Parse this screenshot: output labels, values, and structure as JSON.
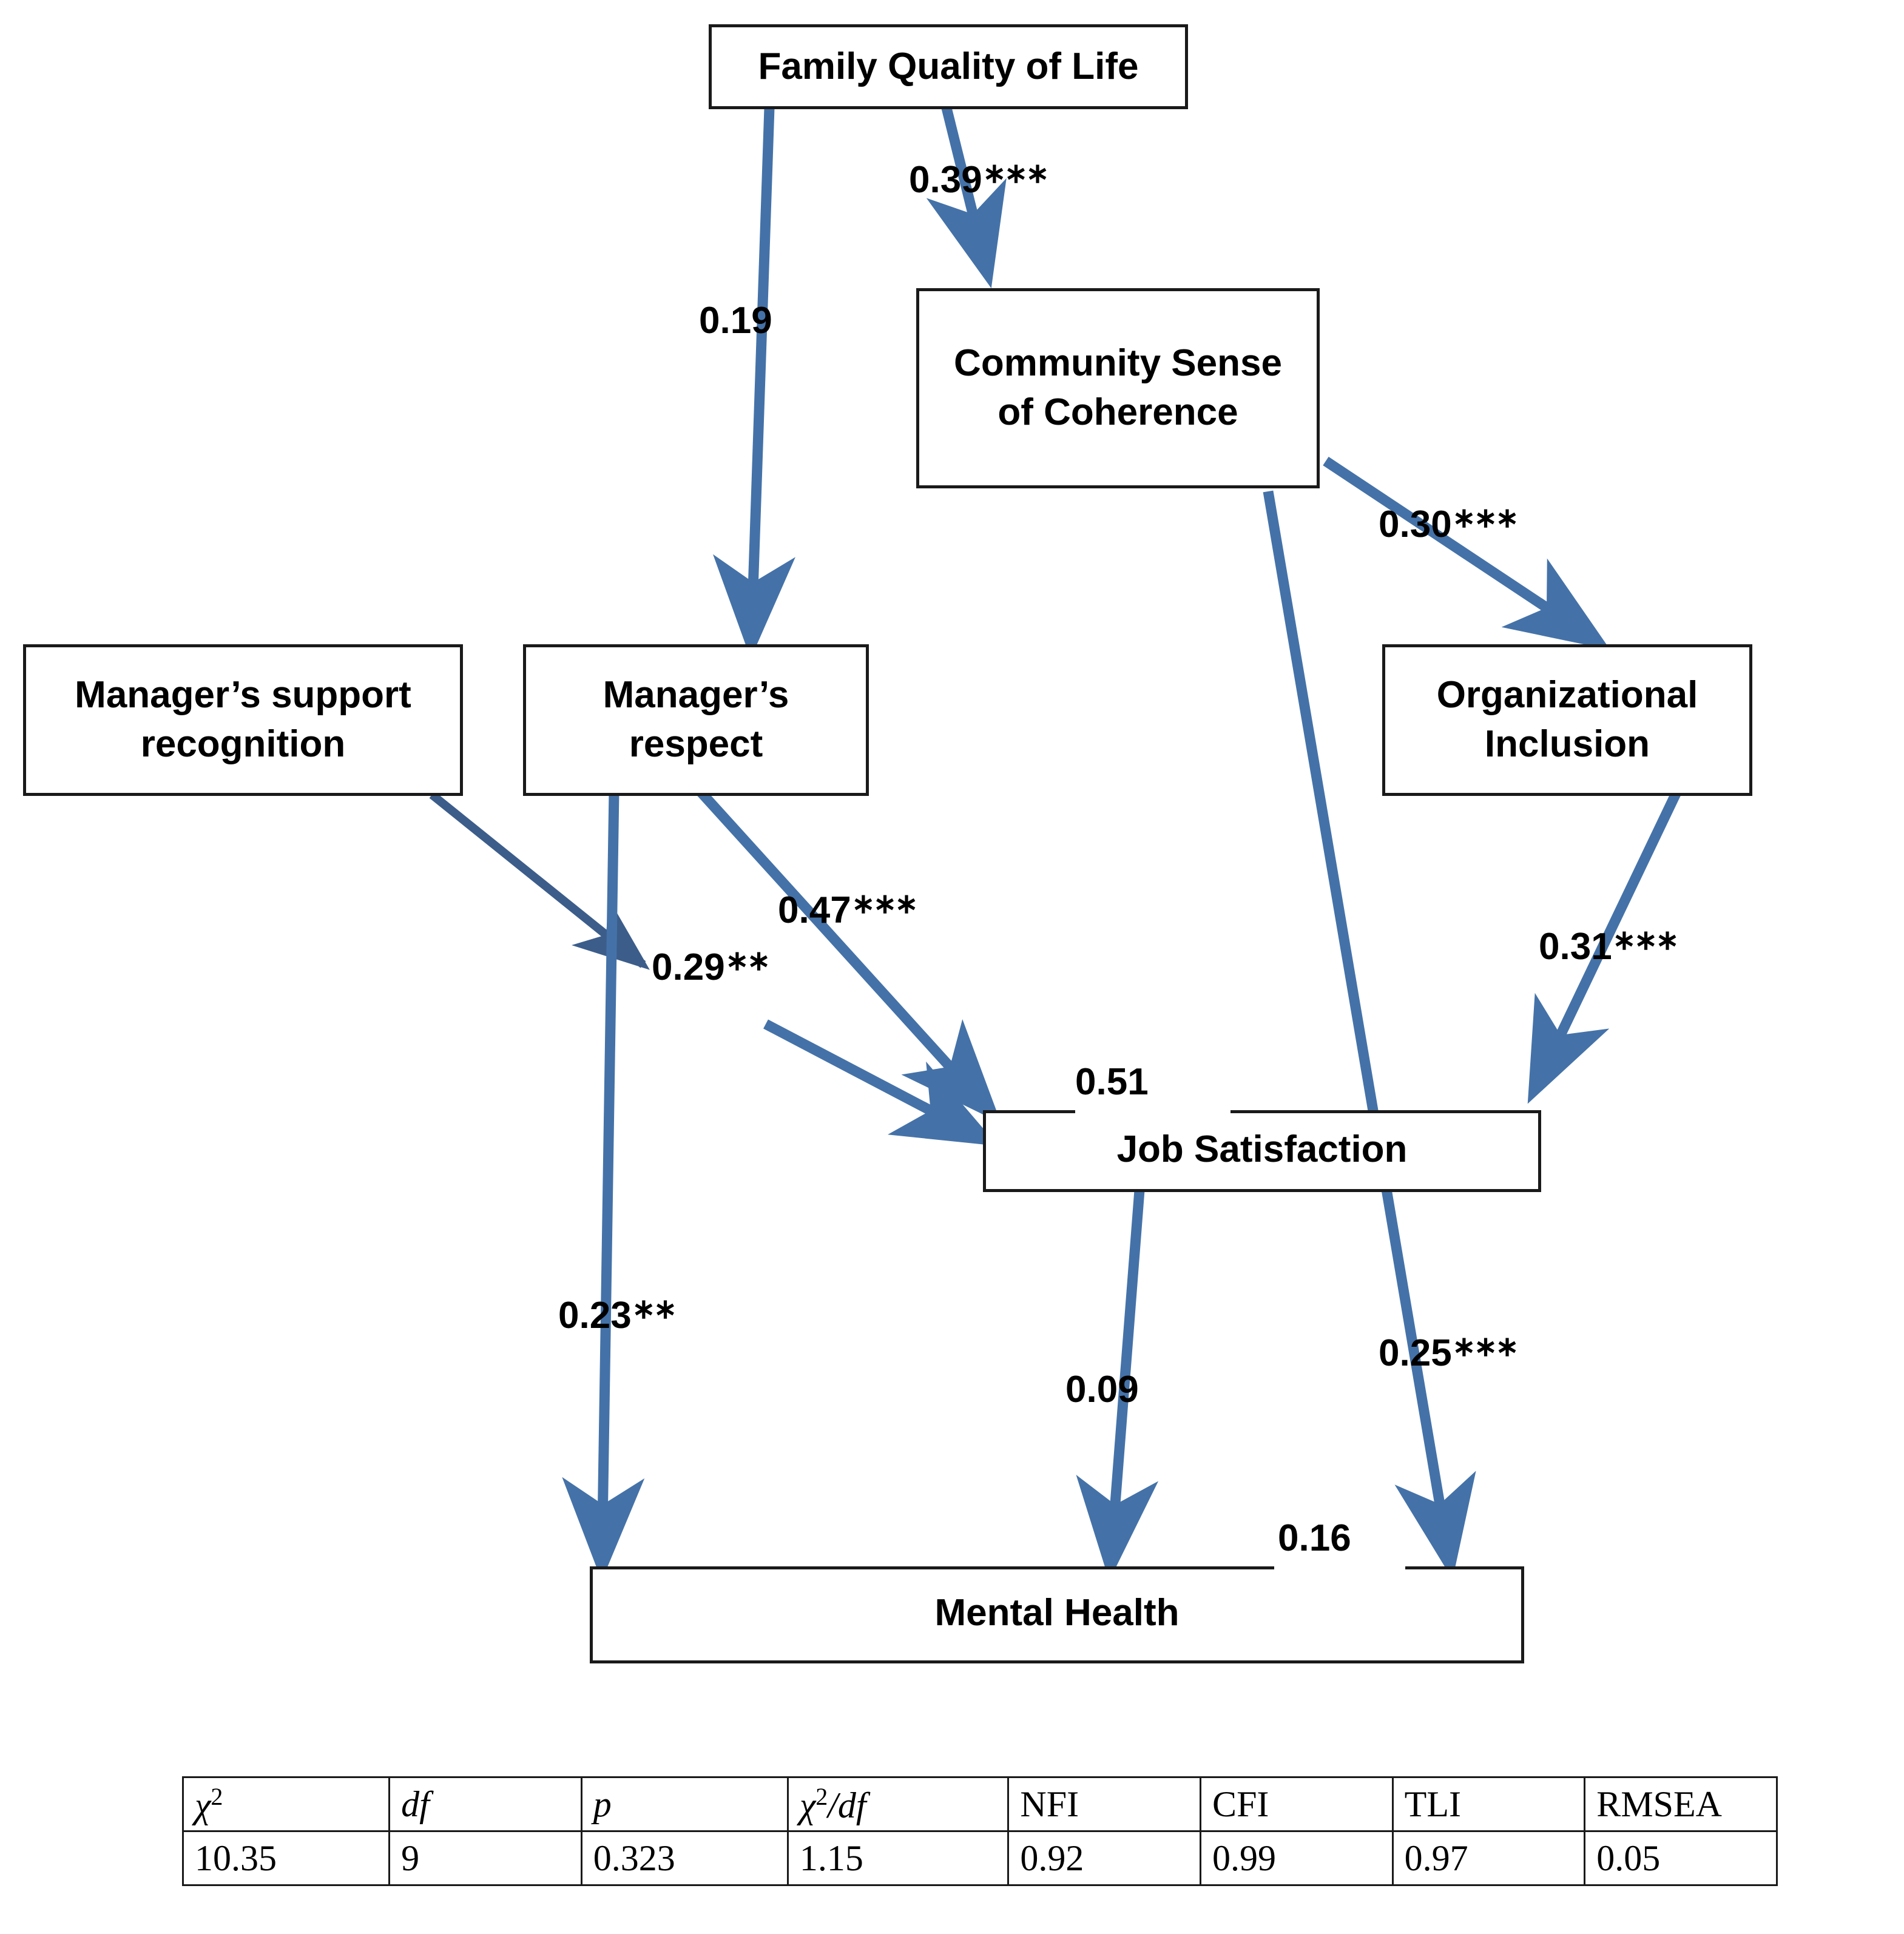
{
  "figure": {
    "type": "path-diagram",
    "accent_color": "#4472a8",
    "node_border_color": "#1a1a1a",
    "background": "#ffffff"
  },
  "nodes": {
    "family_quality_of_life": {
      "label": "Family Quality of Life"
    },
    "community_sense_of_coherence": {
      "label": "Community Sense\nof Coherence"
    },
    "managers_support_recognition": {
      "label": "Manager’s support\nrecognition"
    },
    "managers_respect": {
      "label": "Manager’s\nrespect"
    },
    "organizational_inclusion": {
      "label": "Organizational\nInclusion"
    },
    "job_satisfaction": {
      "label": "Job Satisfaction"
    },
    "mental_health": {
      "label": "Mental Health"
    }
  },
  "paths": [
    {
      "id": "fqol-to-mrespect",
      "from": "family_quality_of_life",
      "to": "managers_respect",
      "value": "0.19",
      "stars": "",
      "significant": false
    },
    {
      "id": "fqol-to-csoc",
      "from": "family_quality_of_life",
      "to": "community_sense_of_coherence",
      "value": "0.39",
      "stars": "∗∗∗",
      "significant": true
    },
    {
      "id": "csoc-to-orginc",
      "from": "community_sense_of_coherence",
      "to": "organizational_inclusion",
      "value": "0.30",
      "stars": "∗∗∗",
      "significant": true
    },
    {
      "id": "csoc-to-mentalhealth",
      "from": "community_sense_of_coherence",
      "to": "mental_health",
      "value": "0.25",
      "stars": "∗∗∗",
      "significant": true
    },
    {
      "id": "mrespect-to-jobsat",
      "from": "managers_respect",
      "to": "job_satisfaction",
      "value": "0.47",
      "stars": "∗∗∗",
      "significant": true
    },
    {
      "id": "msupport-to-jobsat",
      "from": "managers_support_recognition",
      "to": "job_satisfaction",
      "value": "0.29",
      "stars": "∗∗",
      "significant": true
    },
    {
      "id": "mrespect-to-mentalhealth",
      "from": "managers_respect",
      "to": "mental_health",
      "value": "0.23",
      "stars": "∗∗",
      "significant": true
    },
    {
      "id": "orginc-to-jobsat",
      "from": "organizational_inclusion",
      "to": "job_satisfaction",
      "value": "0.31",
      "stars": "∗∗∗",
      "significant": true
    },
    {
      "id": "jobsat-to-mentalhealth",
      "from": "job_satisfaction",
      "to": "mental_health",
      "value": "0.09",
      "stars": "",
      "significant": false
    }
  ],
  "variance_labels": [
    {
      "id": "r2-job-satisfaction",
      "node": "job_satisfaction",
      "value": "0.51"
    },
    {
      "id": "r2-mental-health",
      "node": "mental_health",
      "value": "0.16"
    }
  ],
  "fit_table": {
    "headers": [
      {
        "text": "χ",
        "sup": "2",
        "italic": true
      },
      {
        "text": "df",
        "sup": "",
        "italic": true
      },
      {
        "text": "p",
        "sup": "",
        "italic": true
      },
      {
        "text": "χ²/df",
        "sup": "",
        "italic": true
      },
      {
        "text": "NFI",
        "sup": "",
        "italic": false
      },
      {
        "text": "CFI",
        "sup": "",
        "italic": false
      },
      {
        "text": "TLI",
        "sup": "",
        "italic": false
      },
      {
        "text": "RMSEA",
        "sup": "",
        "italic": false
      }
    ],
    "header_labels": [
      "χ²",
      "df",
      "p",
      "χ²/df",
      "NFI",
      "CFI",
      "TLI",
      "RMSEA"
    ],
    "values": [
      "10.35",
      "9",
      "0.323",
      "1.15",
      "0.92",
      "0.99",
      "0.97",
      "0.05"
    ]
  },
  "chart_data": {
    "type": "diagram",
    "title": "Structural equation model of family quality of life, community sense of coherence, managerial support, organizational inclusion, job satisfaction and mental health",
    "nodes": [
      "Family Quality of Life",
      "Community Sense of Coherence",
      "Manager’s support recognition",
      "Manager’s respect",
      "Organizational Inclusion",
      "Job Satisfaction",
      "Mental Health"
    ],
    "edges": [
      {
        "source": "Family Quality of Life",
        "target": "Manager’s respect",
        "coefficient": 0.19,
        "significance": ""
      },
      {
        "source": "Family Quality of Life",
        "target": "Community Sense of Coherence",
        "coefficient": 0.39,
        "significance": "***"
      },
      {
        "source": "Community Sense of Coherence",
        "target": "Organizational Inclusion",
        "coefficient": 0.3,
        "significance": "***"
      },
      {
        "source": "Community Sense of Coherence",
        "target": "Mental Health",
        "coefficient": 0.25,
        "significance": "***"
      },
      {
        "source": "Manager’s respect",
        "target": "Job Satisfaction",
        "coefficient": 0.47,
        "significance": "***"
      },
      {
        "source": "Manager’s support recognition",
        "target": "Job Satisfaction",
        "coefficient": 0.29,
        "significance": "**"
      },
      {
        "source": "Manager’s respect",
        "target": "Mental Health",
        "coefficient": 0.23,
        "significance": "**"
      },
      {
        "source": "Organizational Inclusion",
        "target": "Job Satisfaction",
        "coefficient": 0.31,
        "significance": "***"
      },
      {
        "source": "Job Satisfaction",
        "target": "Mental Health",
        "coefficient": 0.09,
        "significance": ""
      }
    ],
    "explained_variance": {
      "Job Satisfaction": 0.51,
      "Mental Health": 0.16
    },
    "fit_indices": {
      "chi2": 10.35,
      "df": 9,
      "p": 0.323,
      "chi2_df": 1.15,
      "NFI": 0.92,
      "CFI": 0.99,
      "TLI": 0.97,
      "RMSEA": 0.05
    }
  }
}
